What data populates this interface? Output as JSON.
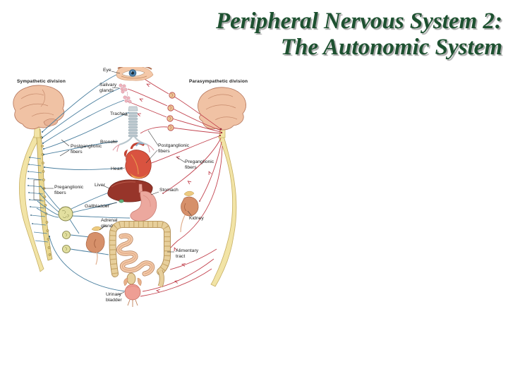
{
  "slide": {
    "title_line1": "Peripheral Nervous System 2:",
    "title_line2": "The Autonomic System",
    "title_color": "#1d5130"
  },
  "diagram": {
    "labels": {
      "sympathetic_division": "Sympathetic division",
      "parasympathetic_division": "Parasympathetic division",
      "eye": "Eye",
      "salivary_glands": "Salivary\nglands",
      "trachea": "Trachea",
      "bronchi": "Bronchi",
      "heart": "Heart",
      "postganglionic_left": "Postganglionic\nfibers",
      "postganglionic_right": "Postganglionic\nfibers",
      "preganglionic_left": "Preganglionic\nfibers",
      "preganglionic_right": "Preganglionic\nfibers",
      "liver": "Liver",
      "gallbladder": "Gallbladder",
      "stomach": "Stomach",
      "adrenal_gland": "Adrenal\ngland",
      "kidney": "Kidney",
      "alimentary_tract": "Alimentary\ntract",
      "urinary_bladder": "Urinary\nbladder"
    },
    "colors": {
      "sympathetic_nerve": "#4a7f9f",
      "parasympathetic_nerve": "#c2424e",
      "brain": "#f0c2a4",
      "spinal_cord": "#f2e4a6"
    }
  }
}
